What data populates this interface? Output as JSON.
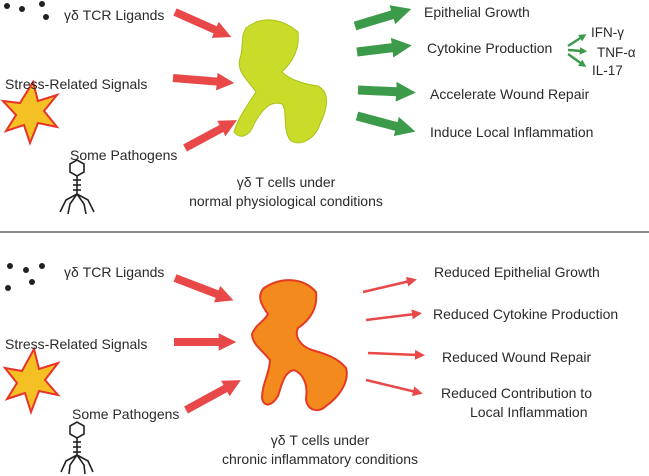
{
  "top": {
    "inputs": [
      "γδ TCR Ligands",
      "Stress-Related Signals",
      "Some Pathogens"
    ],
    "caption": [
      "γδ T cells under",
      "normal physiological conditions"
    ],
    "outputs": [
      "Epithelial Growth",
      "Cytokine Production",
      "Accelerate Wound Repair",
      "Induce Local Inflammation"
    ],
    "cytokines": [
      "IFN-γ",
      "TNF-α",
      "IL-17"
    ],
    "colors": {
      "cell": "#c9dc2a",
      "arrows_in": "#e84848",
      "arrows_out": "#3c9b4a"
    }
  },
  "bottom": {
    "inputs": [
      "γδ TCR Ligands",
      "Stress-Related Signals",
      "Some Pathogens"
    ],
    "caption": [
      "γδ T cells under",
      "chronic inflammatory conditions"
    ],
    "outputs": [
      "Reduced Epithelial Growth",
      "Reduced Cytokine Production",
      "Reduced Wound Repair",
      "Reduced Contribution to",
      "Local Inflammation"
    ],
    "colors": {
      "cell": "#f28a1e",
      "cell_edge": "#e53a22",
      "arrows_in": "#e84848",
      "arrows_out": "#e84848"
    }
  }
}
